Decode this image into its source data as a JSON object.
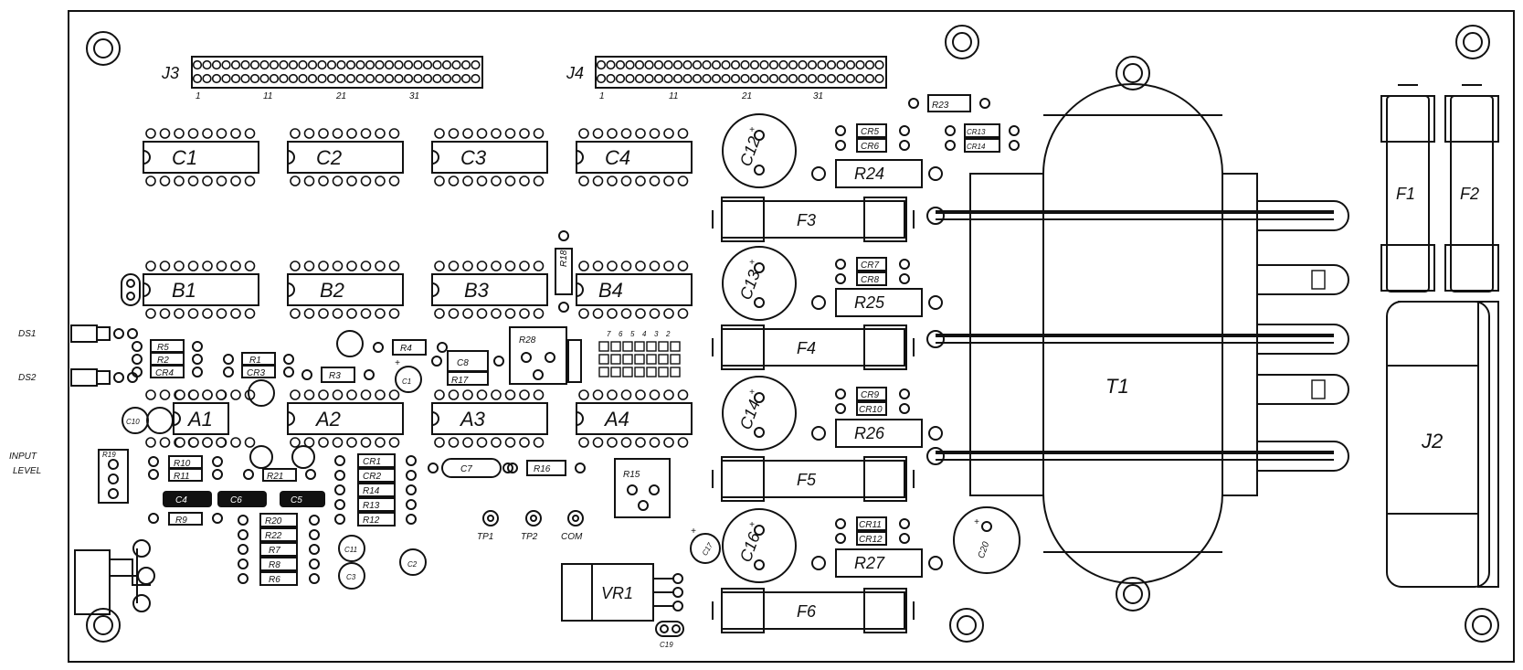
{
  "edge_labels": {
    "ds1": "DS1",
    "ds2": "DS2",
    "input_level_1": "INPUT",
    "input_level_2": "LEVEL"
  },
  "connectors": {
    "j3": {
      "name": "J3",
      "ticks": [
        "1",
        "11",
        "21",
        "31"
      ]
    },
    "j4": {
      "name": "J4",
      "ticks": [
        "1",
        "11",
        "21",
        "31"
      ]
    },
    "j2": "J2"
  },
  "ics": {
    "c1": "C1",
    "c2": "C2",
    "c3": "C3",
    "c4": "C4",
    "b1": "B1",
    "b2": "B2",
    "b3": "B3",
    "b4": "B4",
    "a1": "A1",
    "a2": "A2",
    "a3": "A3",
    "a4": "A4"
  },
  "fuses": {
    "f1": "F1",
    "f2": "F2",
    "f3": "F3",
    "f4": "F4",
    "f5": "F5",
    "f6": "F6"
  },
  "transformer": "T1",
  "regulator": "VR1",
  "caps": {
    "c12": "C12",
    "c13": "C13",
    "c14": "C14",
    "c16": "C16",
    "c20": "C20",
    "c17": "C17",
    "c10": "C10",
    "c1s": "C1",
    "c2s": "C2",
    "c11": "C11",
    "c3s": "C3",
    "c8": "C8",
    "c7": "C7",
    "c19": "C19",
    "c4": "C4",
    "c5": "C5",
    "c6": "C6"
  },
  "resistors": {
    "r24": "R24",
    "r25": "R25",
    "r26": "R26",
    "r27": "R27",
    "r23": "R23",
    "r28": "R28",
    "r15": "R15",
    "r18": "R18",
    "r4": "R4",
    "r3": "R3",
    "r17": "R17",
    "r16": "R16",
    "r5": "R5",
    "r2": "R2",
    "r1": "R1",
    "r10": "R10",
    "r11": "R11",
    "r9": "R9",
    "r21": "R21",
    "r20": "R20",
    "r22": "R22",
    "r7": "R7",
    "r8": "R8",
    "r6": "R6",
    "r14": "R14",
    "r13": "R13",
    "r12": "R12",
    "r19": "R19"
  },
  "diodes": {
    "cr5": "CR5",
    "cr6": "CR6",
    "cr13": "CR13",
    "cr14": "CR14",
    "cr7": "CR7",
    "cr8": "CR8",
    "cr9": "CR9",
    "cr10": "CR10",
    "cr11": "CR11",
    "cr12": "CR12",
    "cr4": "CR4",
    "cr3": "CR3",
    "cr1": "CR1",
    "cr2": "CR2"
  },
  "test_points": {
    "tp1": "TP1",
    "tp2": "TP2",
    "com": "COM"
  },
  "header_digits": [
    "7",
    "6",
    "5",
    "4",
    "3",
    "2"
  ]
}
